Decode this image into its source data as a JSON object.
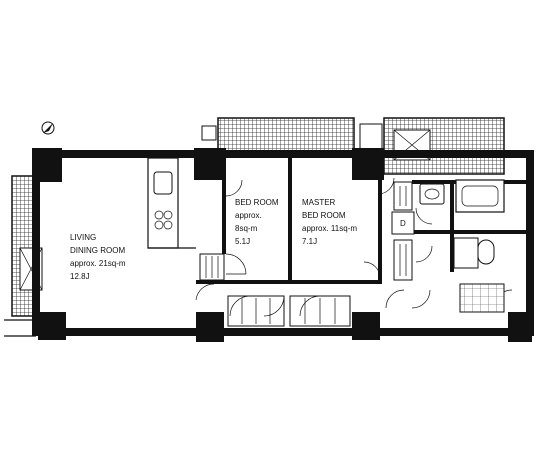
{
  "rooms": {
    "living": {
      "name_line1": "LIVING",
      "name_line2": "DINING ROOM",
      "area": "approx. 21sq-m",
      "tatami": "12.8J"
    },
    "bedroom": {
      "name": "BED ROOM",
      "area_line1": "approx.",
      "area_line2": "8sq-m",
      "tatami": "5.1J"
    },
    "master": {
      "name_line1": "MASTER",
      "name_line2": "BED ROOM",
      "area": "approx. 11sq-m",
      "tatami": "7.1J"
    },
    "closet_d": "D"
  },
  "symbols": {
    "north": "north-arrow-icon"
  }
}
